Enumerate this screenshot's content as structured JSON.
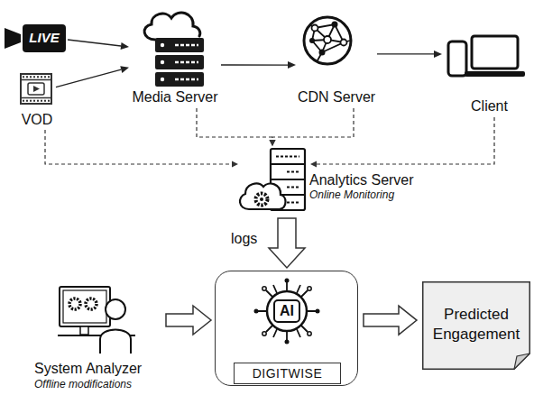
{
  "diagram": {
    "nodes": [
      {
        "text": [
          "LIVE"
        ]
      },
      {
        "text": [
          "VOD"
        ]
      },
      {
        "text": [
          "Media Server"
        ]
      },
      {
        "text": [
          "CDN Server"
        ]
      },
      {
        "text": [
          "Client"
        ]
      },
      {
        "text": [
          "Analytics Server",
          "Online Monitoring"
        ]
      },
      {
        "text": [
          "System Analyzer",
          "Offline modifications"
        ]
      },
      {
        "text": [
          "DIGITWISE"
        ]
      },
      {
        "text": [
          "Predicted Engagement"
        ]
      }
    ],
    "edges": [
      {
        "from": 0,
        "to": 2,
        "arrow": "to"
      },
      {
        "from": 1,
        "to": 2,
        "arrow": "to"
      },
      {
        "from": 2,
        "to": 3,
        "arrow": "to"
      },
      {
        "from": 3,
        "to": 4,
        "arrow": "to"
      },
      {
        "from": 2,
        "to": 5,
        "arrow": "to"
      },
      {
        "from": 3,
        "to": 5,
        "arrow": "to"
      },
      {
        "from": 4,
        "to": 5,
        "arrow": "to"
      },
      {
        "from": 1,
        "to": 5,
        "arrow": "to"
      },
      {
        "from": 5,
        "to": 7,
        "label": "logs",
        "arrow": "to"
      },
      {
        "from": 6,
        "to": 7,
        "arrow": "to"
      },
      {
        "from": 7,
        "to": 8,
        "arrow": "to"
      }
    ],
    "labels": [
      "AI"
    ]
  }
}
